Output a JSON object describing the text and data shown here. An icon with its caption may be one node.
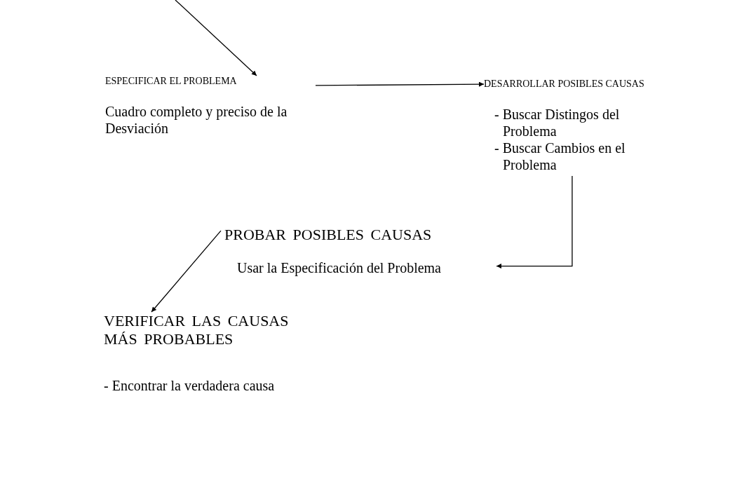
{
  "diagram": {
    "nodes": [
      {
        "text": [
          "ESPECIFICAR EL PROBLEMA",
          "Cuadro completo y preciso de la Desviación"
        ]
      },
      {
        "text": [
          "DESARROLLAR POSIBLES CAUSAS",
          "- Buscar Distingos del Problema",
          "- Buscar Cambios en el Problema"
        ]
      },
      {
        "text": [
          "PROBAR POSIBLES CAUSAS",
          "Usar la Especificación del Problema"
        ]
      },
      {
        "text": [
          "VERIFICAR LAS CAUSAS MÁS PROBABLES",
          "- Encontrar la verdadera causa"
        ]
      }
    ],
    "edges": [
      {
        "from": null,
        "to": 0,
        "arrow": "to"
      },
      {
        "from": 0,
        "to": 1,
        "arrow": "to"
      },
      {
        "from": 1,
        "to": 2,
        "arrow": "to"
      },
      {
        "from": 2,
        "to": 3,
        "arrow": "to"
      }
    ]
  }
}
